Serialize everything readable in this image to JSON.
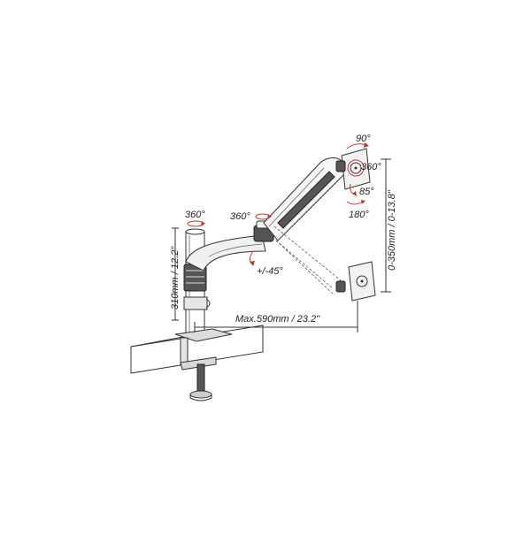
{
  "labels": {
    "pole_rotation": "360°",
    "arm_rotation": "360°",
    "tilt": "+/-45°",
    "screen_rotate_90": "90°",
    "screen_rotate_360": "360°",
    "screen_tilt_85": "85°",
    "screen_swivel_180": "180°",
    "height_dimension": "310mm / 12.2\"",
    "vertical_range": "0-350mm / 0-13.8\"",
    "max_reach": "Max.590mm / 23.2\""
  },
  "colors": {
    "line": "#333333",
    "accent": "#c0392b"
  }
}
